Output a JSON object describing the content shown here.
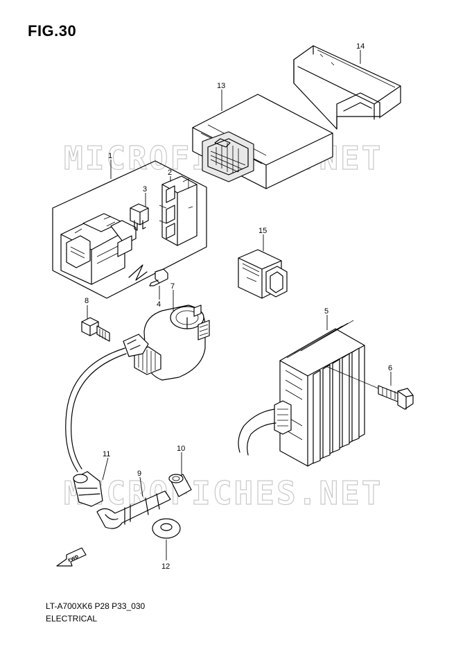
{
  "figure_title": "FIG.30",
  "watermark": "MICROFICHES.NET",
  "fwd_label": "FWD",
  "footer": {
    "model_code": "LT-A700XK6 P28 P33_030",
    "section_name": "ELECTRICAL"
  },
  "callouts": {
    "c1": "1",
    "c2": "2",
    "c3": "3",
    "c4": "4",
    "c5": "5",
    "c6": "6",
    "c7": "7",
    "c8": "8",
    "c9": "9",
    "c10": "10",
    "c11": "11",
    "c12": "12",
    "c13": "13",
    "c14": "14",
    "c15": "15"
  }
}
